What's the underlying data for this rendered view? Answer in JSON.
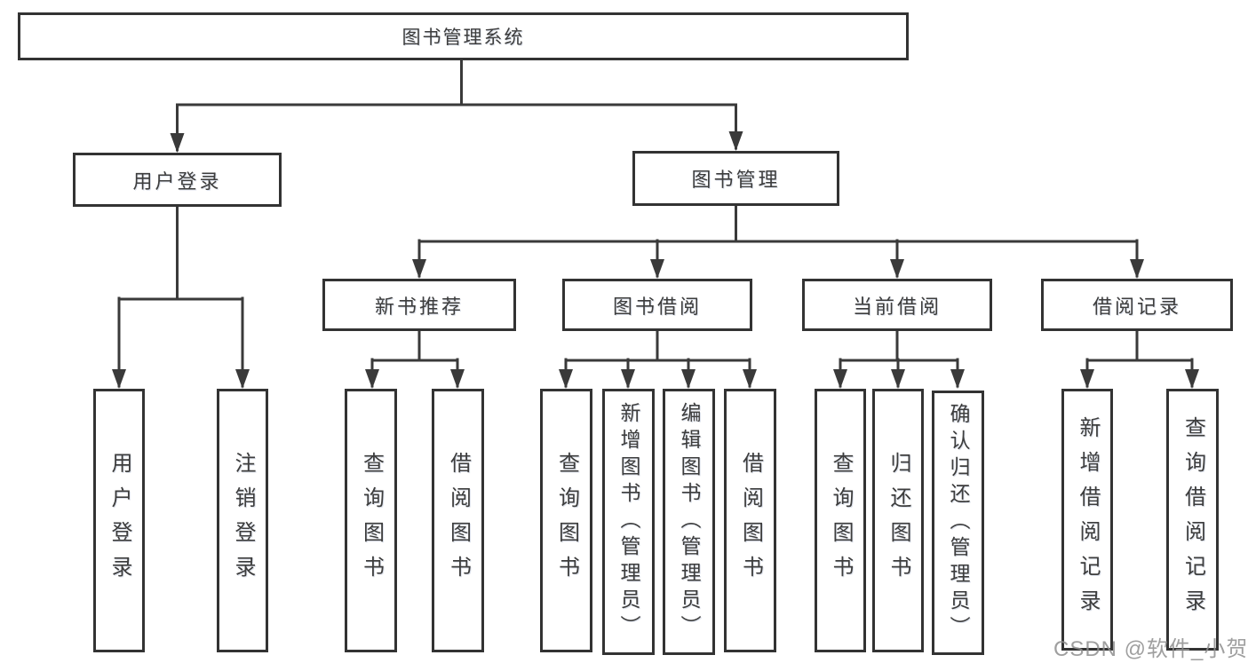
{
  "diagram": {
    "type": "hierarchy-tree",
    "line_color": "#3a3a3a",
    "box_border_color": "#333333",
    "text_color": "#3d3d3d",
    "background": "#ffffff",
    "tree": {
      "label": "图书管理系统",
      "children": [
        {
          "label": "用户登录",
          "children": [
            {
              "label": "用户登录"
            },
            {
              "label": "注销登录"
            }
          ]
        },
        {
          "label": "图书管理",
          "children": [
            {
              "label": "新书推荐",
              "children": [
                {
                  "label": "查询图书"
                },
                {
                  "label": "借阅图书"
                }
              ]
            },
            {
              "label": "图书借阅",
              "children": [
                {
                  "label": "查询图书"
                },
                {
                  "label": "新增图书（管理员）"
                },
                {
                  "label": "编辑图书（管理员）"
                },
                {
                  "label": "借阅图书"
                }
              ]
            },
            {
              "label": "当前借阅",
              "children": [
                {
                  "label": "查询图书"
                },
                {
                  "label": "归还图书"
                },
                {
                  "label": "确认归还（管理员）"
                }
              ]
            },
            {
              "label": "借阅记录",
              "children": [
                {
                  "label": "新增借阅记录"
                },
                {
                  "label": "查询借阅记录"
                }
              ]
            }
          ]
        }
      ]
    }
  },
  "watermark": {
    "text": "CSDN @软件_小贺同学"
  }
}
